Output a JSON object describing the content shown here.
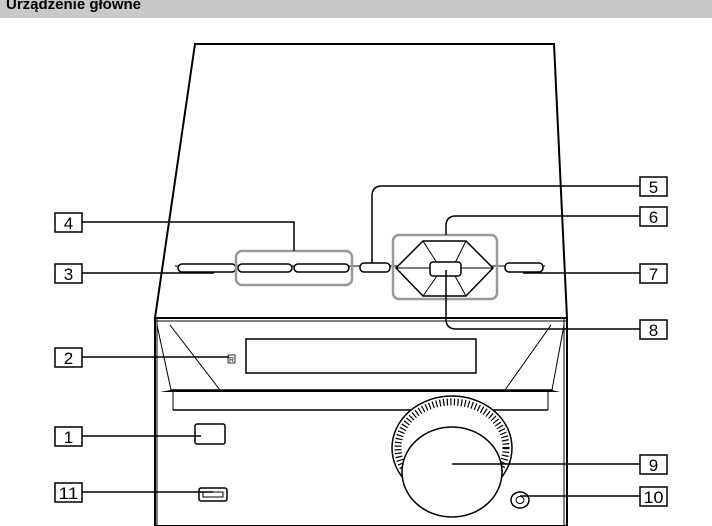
{
  "header": {
    "title": "Urządzenie główne"
  },
  "callouts": [
    {
      "id": "callout-1",
      "label": "1"
    },
    {
      "id": "callout-2",
      "label": "2"
    },
    {
      "id": "callout-3",
      "label": "3"
    },
    {
      "id": "callout-4",
      "label": "4"
    },
    {
      "id": "callout-5",
      "label": "5"
    },
    {
      "id": "callout-6",
      "label": "6"
    },
    {
      "id": "callout-7",
      "label": "7"
    },
    {
      "id": "callout-8",
      "label": "8"
    },
    {
      "id": "callout-9",
      "label": "9"
    },
    {
      "id": "callout-10",
      "label": "10"
    },
    {
      "id": "callout-11",
      "label": "11"
    }
  ],
  "device": {
    "ir_sensor_mark": "R"
  }
}
